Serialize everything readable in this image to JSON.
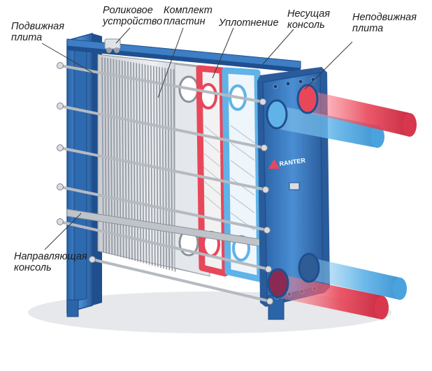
{
  "labels": {
    "movable_plate": [
      "Подвижная",
      "плита"
    ],
    "roller_device": [
      "Роликовое",
      "устройство"
    ],
    "plate_pack": [
      "Комплект",
      "пластин"
    ],
    "gasket": [
      "Уплотнение"
    ],
    "carrying_bar": [
      "Несущая",
      "консоль"
    ],
    "fixed_plate": [
      "Неподвижная",
      "плита"
    ],
    "guide_bar": [
      "Направляющая",
      "консоль"
    ]
  },
  "logo_text": "RANTER",
  "colors": {
    "frame_blue": "#3d7ec5",
    "frame_dark": "#1f4f8e",
    "hot_red": "#e8475a",
    "cold_blue": "#5fb3e8",
    "plate_grey": "#b9bec6"
  }
}
